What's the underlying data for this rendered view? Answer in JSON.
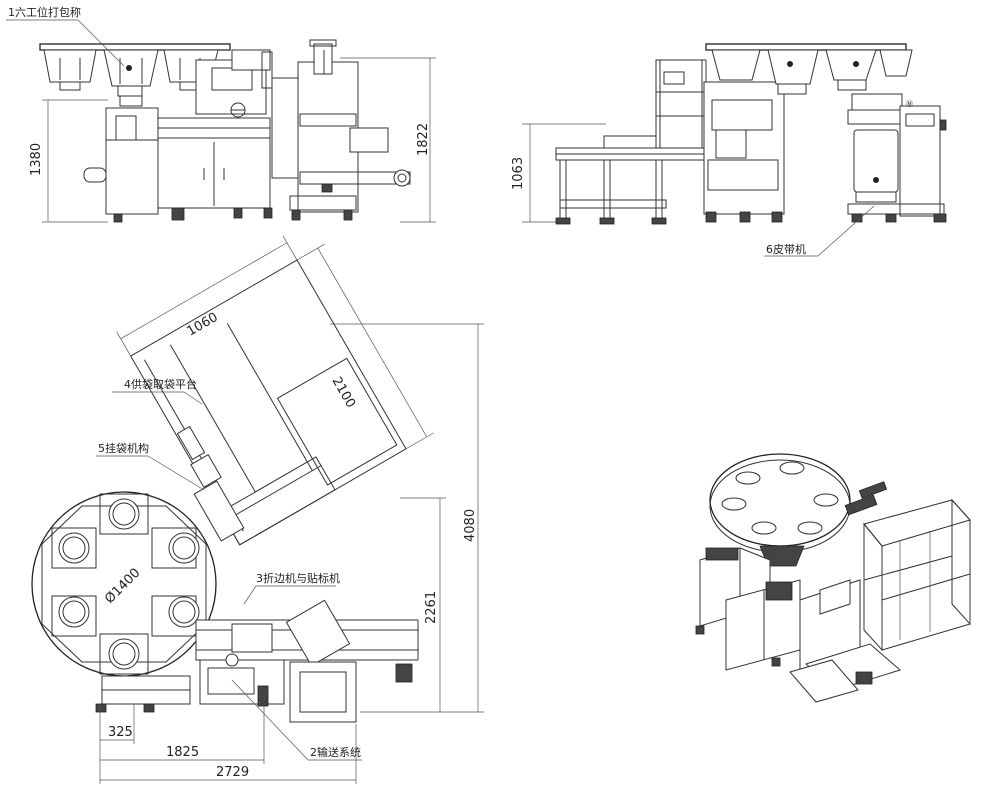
{
  "labels": {
    "l1": "1六工位打包称",
    "l2": "2输送系统",
    "l3": "3折边机与贴标机",
    "l4": "4供袋取袋平台",
    "l5": "5挂袋机构",
    "l6": "6皮带机"
  },
  "dims": {
    "d1380": "1380",
    "d1822": "1822",
    "d1063": "1063",
    "d1060": "1060",
    "d2100": "2100",
    "d4080": "4080",
    "d2261": "2261",
    "d1400": "Ø1400",
    "d325": "325",
    "d1825": "1825",
    "d2729": "2729"
  }
}
